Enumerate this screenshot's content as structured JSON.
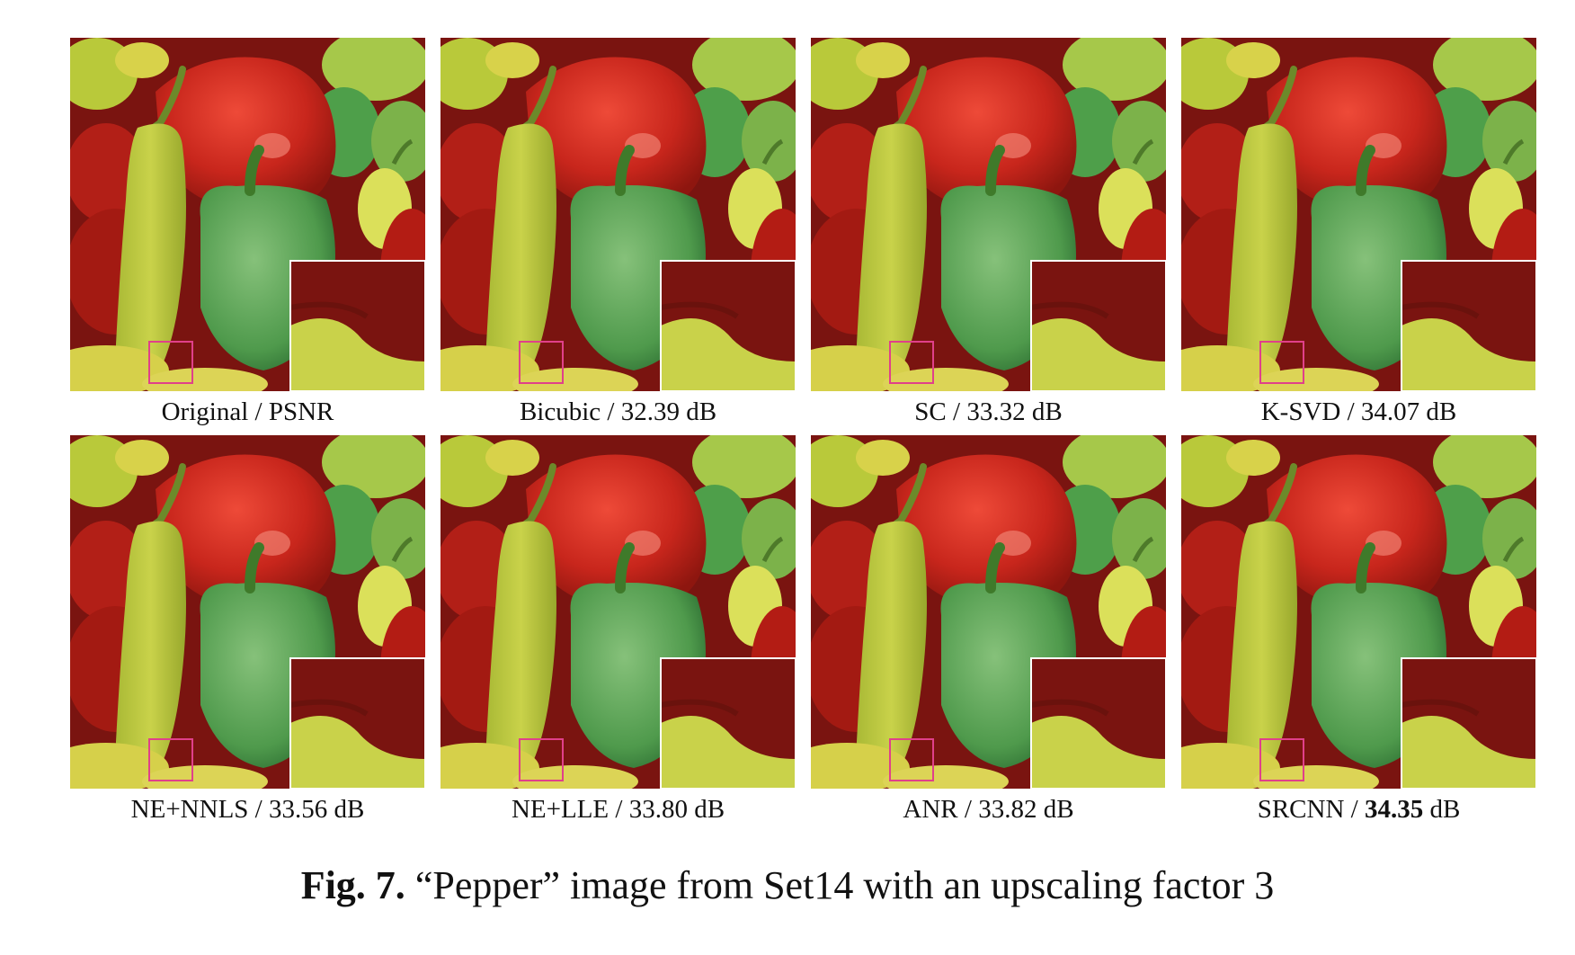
{
  "figure": {
    "label": "Fig. 7.",
    "caption": "“Pepper” image from Set14 with an upscaling factor 3"
  },
  "panels": [
    {
      "method": "Original",
      "separator": " / ",
      "metric": "PSNR",
      "unit": "",
      "highlight": false
    },
    {
      "method": "Bicubic",
      "separator": " / ",
      "metric": "32.39",
      "unit": " dB",
      "highlight": false
    },
    {
      "method": "SC",
      "separator": " / ",
      "metric": "33.32",
      "unit": " dB",
      "highlight": false
    },
    {
      "method": "K-SVD",
      "separator": " / ",
      "metric": "34.07",
      "unit": " dB",
      "highlight": false
    },
    {
      "method": "NE+NNLS",
      "separator": " / ",
      "metric": "33.56",
      "unit": " dB",
      "highlight": false
    },
    {
      "method": "NE+LLE",
      "separator": " / ",
      "metric": "33.80",
      "unit": " dB",
      "highlight": false
    },
    {
      "method": "ANR",
      "separator": " / ",
      "metric": "33.82",
      "unit": " dB",
      "highlight": false
    },
    {
      "method": "SRCNN",
      "separator": " / ",
      "metric": "34.35",
      "unit": " dB",
      "highlight": true
    }
  ],
  "colors": {
    "roi_box": "#e0408a",
    "inset_border": "#ffffff",
    "red_pepper": "#c8261c",
    "green_pepper": "#4f9a4c",
    "yellow_pepper": "#c9d24a",
    "background_dark": "#7a1410"
  }
}
